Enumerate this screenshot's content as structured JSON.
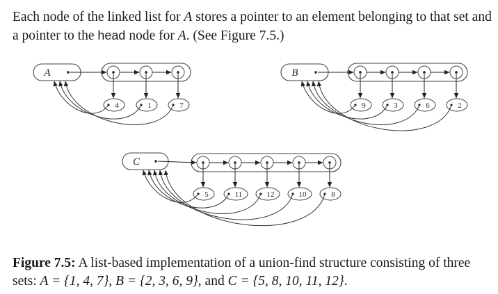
{
  "paragraph": {
    "part1": "Each node of the linked list for ",
    "setA": "A",
    "part2": " stores a pointer to an element belonging to that set and a pointer to the ",
    "head": "head",
    "part3": " node for ",
    "setA2": "A",
    "part4": ". (See Figure 7.5.)"
  },
  "figure": {
    "sets": [
      {
        "name": "A",
        "elements": [
          "4",
          "1",
          "7"
        ]
      },
      {
        "name": "B",
        "elements": [
          "9",
          "3",
          "6",
          "2"
        ]
      },
      {
        "name": "C",
        "elements": [
          "5",
          "11",
          "12",
          "10",
          "8"
        ]
      }
    ]
  },
  "caption": {
    "label": "Figure 7.5:",
    "text1": " A list-based implementation of a union-find structure consisting of three sets: ",
    "eqA": "A = {1, 4, 7}",
    "sep1": ", ",
    "eqB": "B = {2, 3, 6, 9}",
    "sep2": ", and ",
    "eqC": "C = {5, 8, 10, 11, 12}",
    "end": "."
  }
}
